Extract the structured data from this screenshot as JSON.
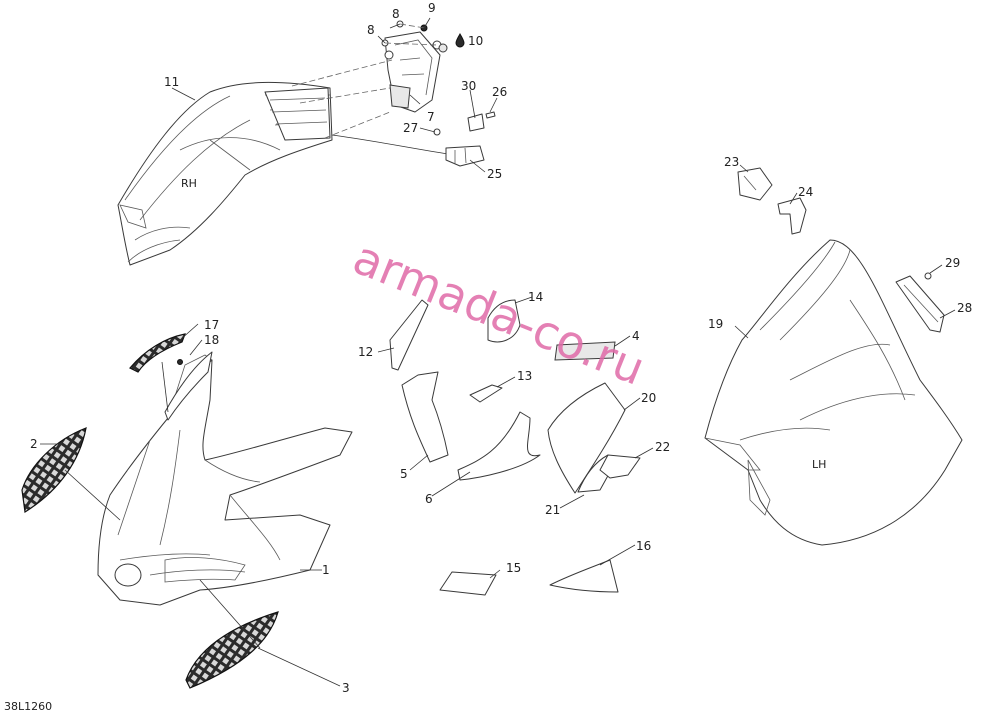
{
  "diagram_code": "38L1260",
  "watermark": "armada-co.ru",
  "side_labels": {
    "right": "RH",
    "left": "LH"
  },
  "callouts": {
    "c1": "1",
    "c2": "2",
    "c3": "3",
    "c4": "4",
    "c5": "5",
    "c6": "6",
    "c7": "7",
    "c8a": "8",
    "c8b": "8",
    "c9": "9",
    "c10": "10",
    "c11": "11",
    "c12": "12",
    "c13": "13",
    "c14": "14",
    "c15": "15",
    "c16": "16",
    "c17": "17",
    "c18": "18",
    "c19": "19",
    "c20": "20",
    "c21": "21",
    "c22": "22",
    "c23": "23",
    "c24": "24",
    "c25": "25",
    "c26": "26",
    "c27": "27",
    "c28": "28",
    "c29": "29",
    "c30": "30"
  },
  "icons": {
    "fluid_drop": "drop-icon"
  }
}
